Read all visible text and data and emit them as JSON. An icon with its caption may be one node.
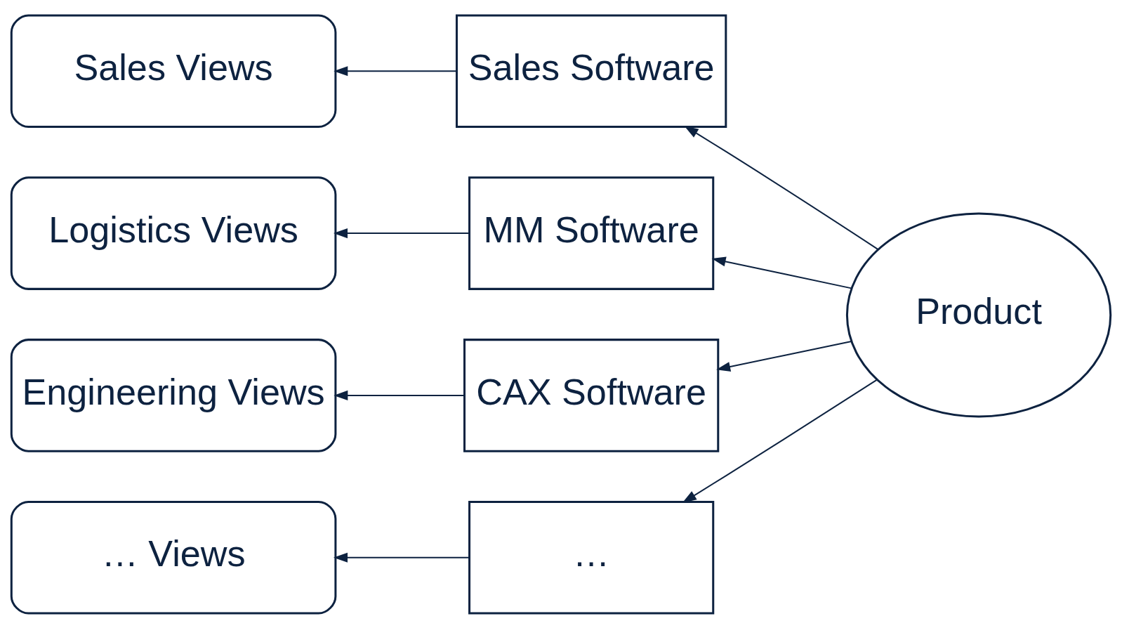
{
  "diagram": {
    "nodes": [
      {
        "text": [
          "Sales Views"
        ]
      },
      {
        "text": [
          "Sales Software"
        ]
      },
      {
        "text": [
          "Logistics Views"
        ]
      },
      {
        "text": [
          "MM Software"
        ]
      },
      {
        "text": [
          "Engineering Views"
        ]
      },
      {
        "text": [
          "CAX Software"
        ]
      },
      {
        "text": [
          "… Views"
        ]
      },
      {
        "text": [
          "…"
        ]
      },
      {
        "text": [
          "Product"
        ]
      }
    ],
    "edges": [
      {
        "from": 1,
        "to": 0,
        "arrow": "to"
      },
      {
        "from": 3,
        "to": 2,
        "arrow": "to"
      },
      {
        "from": 5,
        "to": 4,
        "arrow": "to"
      },
      {
        "from": 7,
        "to": 6,
        "arrow": "to"
      },
      {
        "from": 8,
        "to": 1,
        "arrow": "to"
      },
      {
        "from": 8,
        "to": 3,
        "arrow": "to"
      },
      {
        "from": 8,
        "to": 5,
        "arrow": "to"
      },
      {
        "from": 8,
        "to": 7,
        "arrow": "to"
      }
    ]
  }
}
